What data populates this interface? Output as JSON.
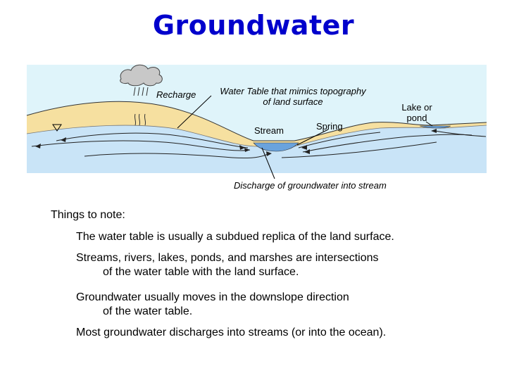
{
  "title": "Groundwater",
  "diagram": {
    "labels": {
      "recharge": "Recharge",
      "water_table_line1": "Water Table that mimics topography",
      "water_table_line2": "of land surface",
      "lake_line1": "Lake or",
      "lake_line2": "pond",
      "stream": "Stream",
      "spring": "Spring",
      "discharge": "Discharge of groundwater into stream"
    },
    "colors": {
      "sky": "#dff4fa",
      "soil": "#f6e0a0",
      "groundwater": "#c9e4f7",
      "stream_water": "#6aa3dd",
      "cloud": "#c8c8c8"
    }
  },
  "notes": {
    "heading": "Things to note:",
    "items": [
      {
        "line1": "The water table is usually a subdued replica of the land surface.",
        "line2": ""
      },
      {
        "line1": "Streams, rivers, lakes, ponds, and marshes are intersections",
        "line2": "of the water table with the land surface."
      },
      {
        "line1": "Groundwater usually moves in the downslope direction",
        "line2": "of the water table."
      },
      {
        "line1": "Most groundwater discharges into streams (or into the ocean).",
        "line2": ""
      }
    ]
  }
}
